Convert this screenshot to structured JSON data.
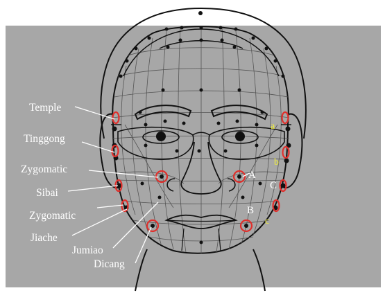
{
  "colors": {
    "background": "#a7a7a7",
    "outline": "#111111",
    "mesh": "#555555",
    "acupoint_ring": "#e0302c",
    "label_text": "#ffffff",
    "tag_yellow": "#f0ee3a"
  },
  "labels": {
    "temple": "Temple",
    "tinggong": "Tinggong",
    "zygomatic_upper": "Zygomatic",
    "sibai": "Sibai",
    "zygomatic_lower": "Zygomatic",
    "jiache": "Jiache",
    "jumiao": "Jumiao",
    "dicang": "Dicang"
  },
  "tags": {
    "A": "A",
    "B": "B",
    "C": "C",
    "a": "a",
    "b": "b",
    "c": "c"
  }
}
